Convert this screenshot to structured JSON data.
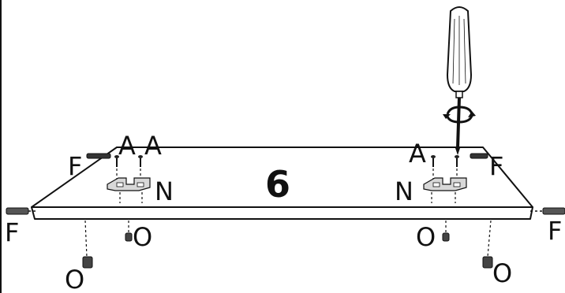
{
  "step_number": "6",
  "labels": {
    "F_left_top": "F",
    "A_left_1": "A",
    "A_left_2": "A",
    "N_left": "N",
    "F_left_bottom": "F",
    "O_left_mid": "O",
    "O_left_bottom": "O",
    "A_right": "A",
    "F_right_top": "F",
    "N_right": "N",
    "O_right_mid": "O",
    "F_right_bottom": "F",
    "O_right_bottom": "O"
  },
  "icons": {
    "tool": "screwdriver-icon",
    "rotation": "rotation-arrow-icon"
  },
  "colors": {
    "line": "#111111",
    "panel": "#ffffff",
    "metal": "#d8d8d8",
    "dark": "#333333"
  }
}
